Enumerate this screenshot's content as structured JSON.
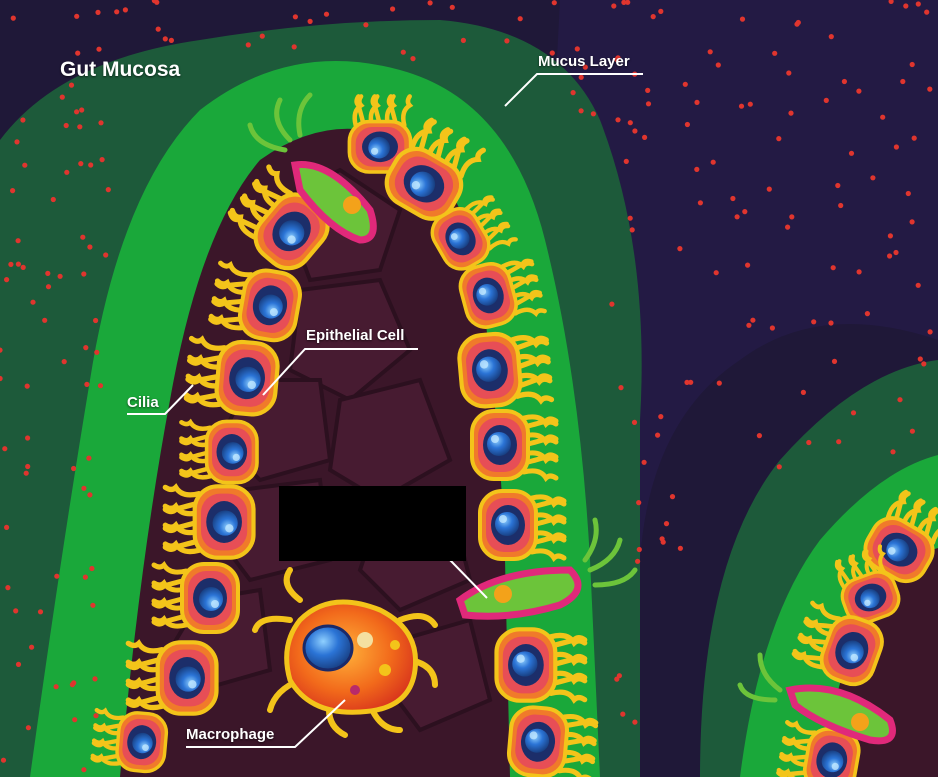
{
  "title": "Gut Mucosa",
  "labels": {
    "mucus_layer": "Mucus Layer",
    "epithelial_cell": "Epithelial Cell",
    "cilia": "Cilia",
    "macrophage": "Macrophage"
  },
  "colors": {
    "background": "#1f1838",
    "mucus": "#1f6b3c",
    "epithelium_band": "#1aa33a",
    "cell_body": "#f07a2a",
    "cilia": "#f3c41a",
    "nucleus": "#2a6fd0",
    "lamina": "#3a1828",
    "goblet": "#6cc43a",
    "goblet_rim": "#e0297a",
    "bacteria": "#e0352e"
  },
  "icons": [
    "epithelial-cell-icon",
    "goblet-cell-icon",
    "macrophage-icon",
    "bacteria-dot-icon"
  ]
}
